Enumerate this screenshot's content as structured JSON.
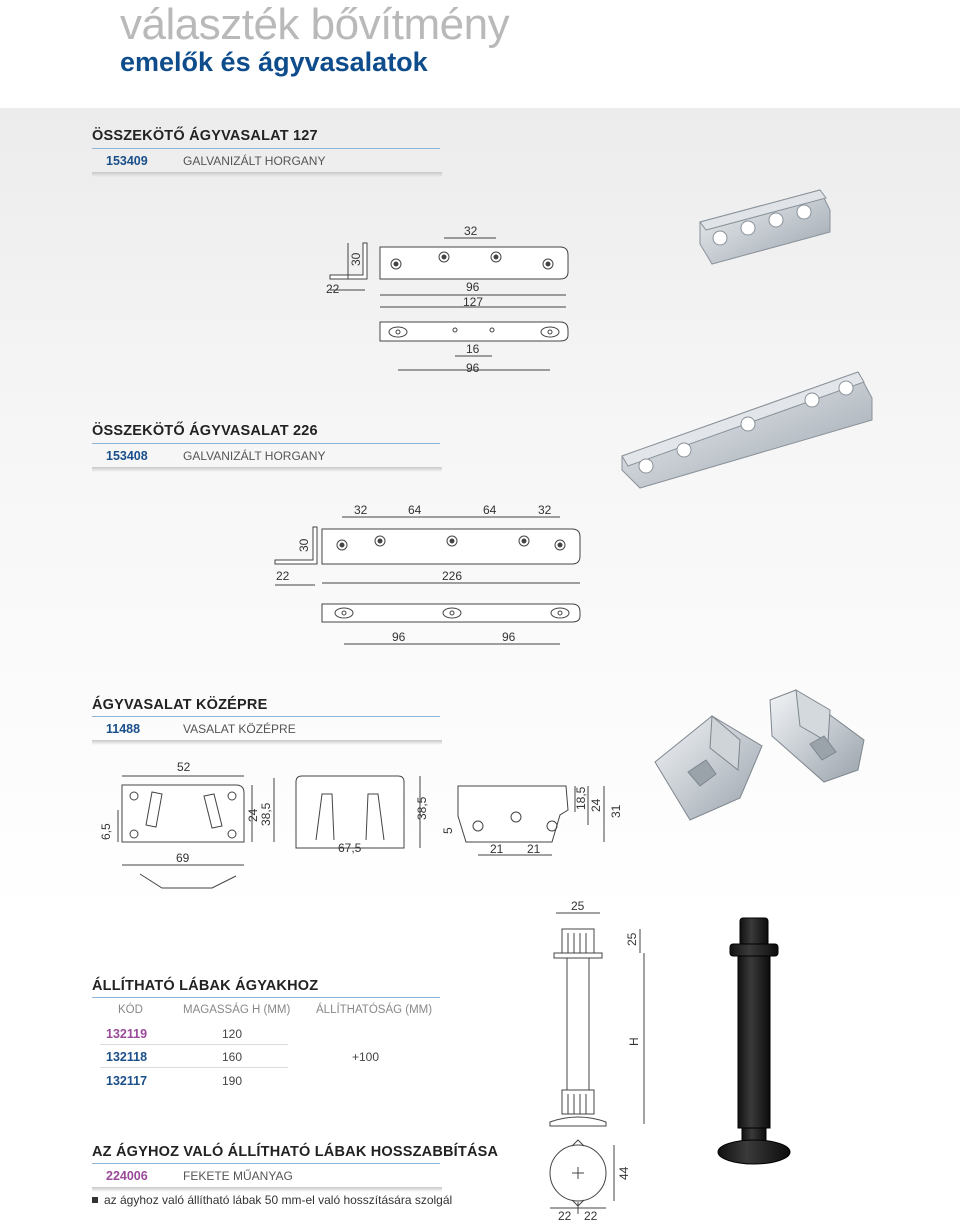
{
  "header": {
    "title_thin": "választék bővítmény",
    "title_bold": "emelők és ágyvasalatok"
  },
  "section1": {
    "title": "ÖSSZEKÖTŐ ÁGYVASALAT 127",
    "code": "153409",
    "desc": "GALVANIZÁLT HORGANY",
    "dims": {
      "d32": "32",
      "d30": "30",
      "d22": "22",
      "d96a": "96",
      "d127": "127",
      "d16": "16",
      "d96b": "96"
    }
  },
  "section2": {
    "title": "ÖSSZEKÖTŐ ÁGYVASALAT 226",
    "code": "153408",
    "desc": "GALVANIZÁLT HORGANY",
    "dims": {
      "d32a": "32",
      "d64a": "64",
      "d64b": "64",
      "d32b": "32",
      "d30": "30",
      "d22": "22",
      "d226": "226",
      "d96a": "96",
      "d96b": "96"
    }
  },
  "section3": {
    "title": "ÁGYVASALAT KÖZÉPRE",
    "code": "11488",
    "desc": "VASALAT KÖZÉPRE",
    "dims": {
      "d52": "52",
      "d24": "24",
      "d385a": "38,5",
      "d65": "6,5",
      "d69": "69",
      "d385b": "38,5",
      "d675": "67,5",
      "d5": "5",
      "d185": "18,5",
      "d24b": "24",
      "d31": "31",
      "d21a": "21",
      "d21b": "21"
    }
  },
  "section4": {
    "title": "ÁLLÍTHATÓ LÁBAK ÁGYAKHOZ",
    "headers": [
      "KÓD",
      "MAGASSÁG H (mm)",
      "ÁLLÍTHATÓSÁG (mm)"
    ],
    "rows": [
      {
        "code": "132119",
        "height": "120"
      },
      {
        "code": "132118",
        "height": "160"
      },
      {
        "code": "132117",
        "height": "190"
      }
    ],
    "adjust": "+100",
    "dims": {
      "d25a": "25",
      "d25b": "25",
      "H": "H"
    }
  },
  "section5": {
    "title": "AZ ÁGYHOZ VALÓ ÁLLÍTHATÓ LÁBAK HOSSZABBÍTÁSA",
    "code": "224006",
    "desc": "FEKETE MŰANYAG",
    "note": "az ágyhoz való állítható lábak 50 mm-el való hosszítására szolgál",
    "dims": {
      "d44": "44",
      "d22a": "22",
      "d22b": "22"
    }
  },
  "colors": {
    "accent": "#0e4c8c",
    "code_purple": "#9a4a9a",
    "title_grey": "#b9b9b9"
  }
}
